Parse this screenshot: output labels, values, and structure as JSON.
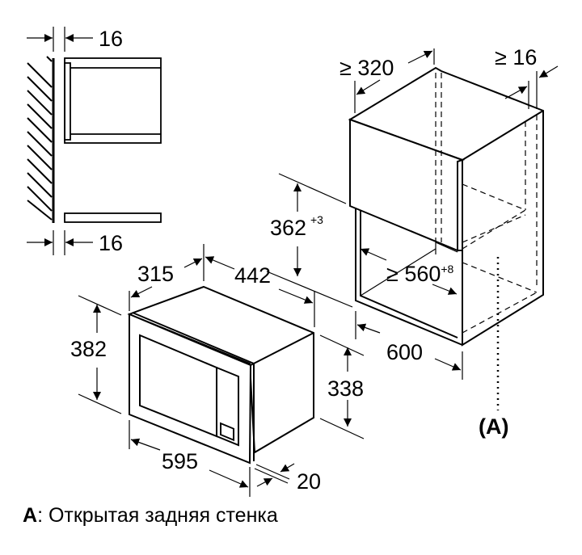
{
  "side_view": {
    "top_gap": "16",
    "bottom_gap": "16"
  },
  "cabinet": {
    "depth_min": "≥ 320",
    "rear_gap_min": "≥ 16",
    "height": "362",
    "height_tol": "+3",
    "niche_width": "≥ 560",
    "niche_width_tol": "+8",
    "width": "600",
    "open_back_marker": "(A)"
  },
  "appliance": {
    "depth_frame": "315",
    "depth_body": "442",
    "height_frame": "382",
    "height_body": "338",
    "width_frame": "595",
    "frame_thickness": "20"
  },
  "caption": {
    "key": "A",
    "text": ": Открытая задняя стенка"
  }
}
